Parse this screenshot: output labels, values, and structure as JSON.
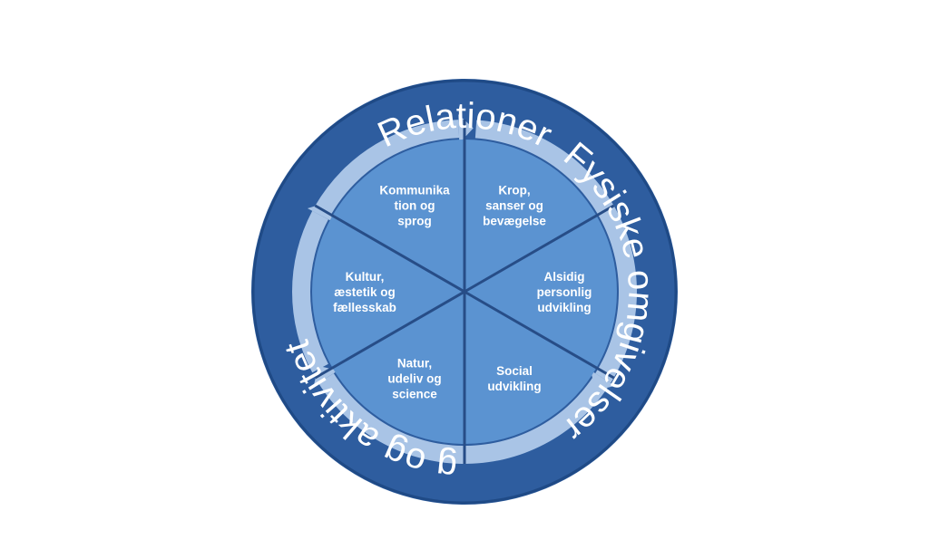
{
  "diagram": {
    "ring_labels": {
      "top": "Relationer",
      "right": "Fysiske omgivelser",
      "left": "Leg og aktiviteter"
    },
    "segments": [
      {
        "lines": [
          "Krop,",
          "sanser og",
          "bevægelse"
        ]
      },
      {
        "lines": [
          "Alsidig",
          "personlig",
          "udvikling"
        ]
      },
      {
        "lines": [
          "Social",
          "udvikling"
        ]
      },
      {
        "lines": [
          "Natur,",
          "udeliv og",
          "science"
        ]
      },
      {
        "lines": [
          "Kultur,",
          "æstetik og",
          "fællesskab"
        ]
      },
      {
        "lines": [
          "Kommunika",
          "tion og",
          "sprog"
        ]
      }
    ],
    "colors": {
      "outer_ring": "#2e5d9f",
      "outer_ring_edge": "#1f4a86",
      "arrow_ring": "#a9c4e6",
      "segment_fill": "#5b93d1",
      "divider": "#274d87",
      "text": "#ffffff"
    }
  }
}
